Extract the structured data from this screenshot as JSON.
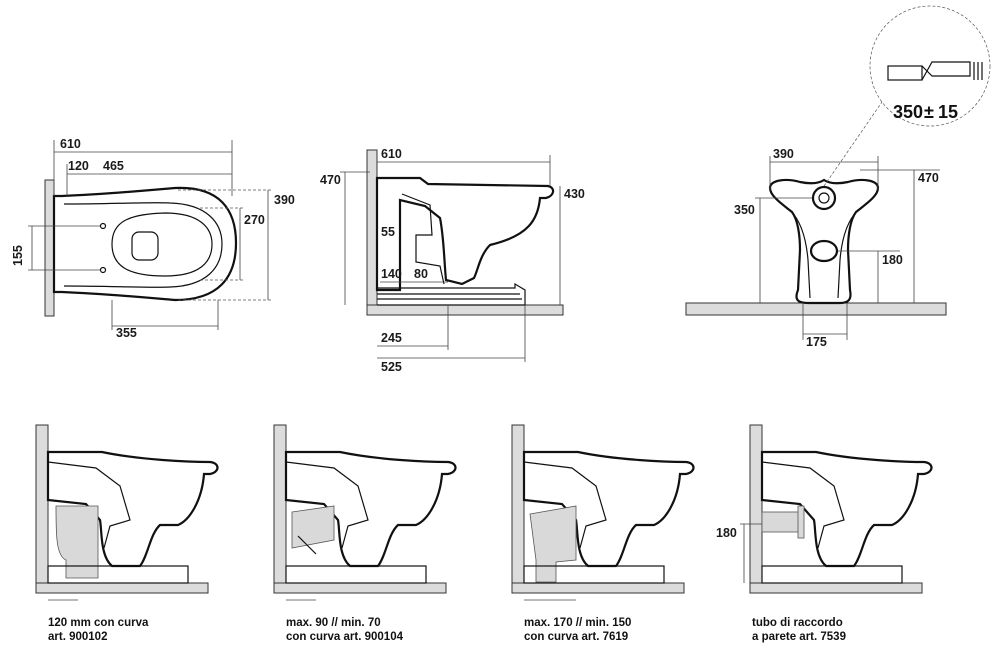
{
  "views": {
    "top": {
      "dims": {
        "total_length": "610",
        "offset": "120",
        "length_465": "465",
        "width": "390",
        "bowl_width": "270",
        "holes": "155",
        "depth": "355"
      }
    },
    "side": {
      "dims": {
        "length": "610",
        "height_wall": "470",
        "height": "430",
        "outlet_h": "55",
        "outlet_d": "140",
        "outlet_w": "80",
        "axis": "245",
        "base": "525"
      }
    },
    "front": {
      "dims": {
        "width": "390",
        "height": "470",
        "height_350": "350",
        "outlet_h": "180",
        "axis": "175"
      },
      "detail": {
        "label": "350",
        "tolerance": "15"
      }
    }
  },
  "installs": [
    {
      "name": "install-1",
      "line1": "120 mm con curva",
      "line2": "art. 900102"
    },
    {
      "name": "install-2",
      "line1": "max. 90 // min. 70",
      "line2": "con curva art. 900104"
    },
    {
      "name": "install-3",
      "line1": "max. 170 // min. 150",
      "line2": "con curva art. 7619"
    },
    {
      "name": "install-4",
      "line1": "tubo di raccordo",
      "line2": "a parete art. 7539",
      "dim": "180"
    }
  ]
}
